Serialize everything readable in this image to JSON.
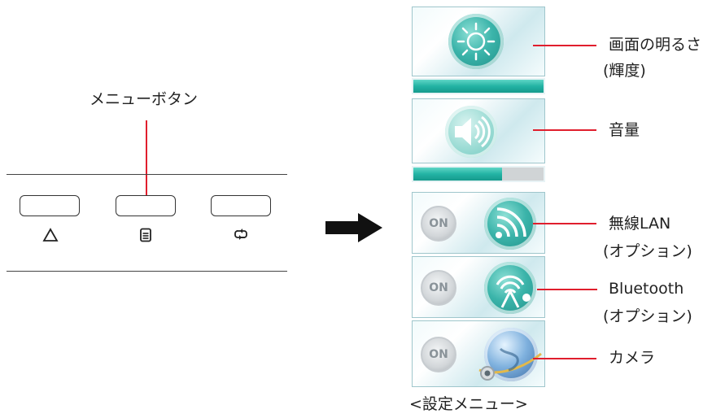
{
  "left": {
    "menu_button_label": "メニューボタン",
    "buttons": [
      {
        "icon": "triangle-icon"
      },
      {
        "icon": "menu-icon"
      },
      {
        "icon": "loop-arrow-icon"
      }
    ]
  },
  "menu": {
    "caption": "<設定メニュー>",
    "items": [
      {
        "icon": "sun-icon",
        "label_line1": "画面の明るさ",
        "label_line2": "(輝度)",
        "level": 1.0
      },
      {
        "icon": "speaker-icon",
        "label_line1": "音量",
        "label_line2": "",
        "level": 0.68
      },
      {
        "icon": "wifi-icon",
        "toggle": "ON",
        "label_line1": "無線LAN",
        "label_line2": "(オプション)"
      },
      {
        "icon": "bluetooth-icon",
        "toggle": "ON",
        "label_line1": "Bluetooth",
        "label_line2": "(オプション)"
      },
      {
        "icon": "camera-icon",
        "toggle": "ON",
        "label_line1": "カメラ",
        "label_line2": ""
      }
    ]
  },
  "colors": {
    "callout": "#e01e2d",
    "teal": "#23b3a4",
    "arrow": "#111111"
  }
}
